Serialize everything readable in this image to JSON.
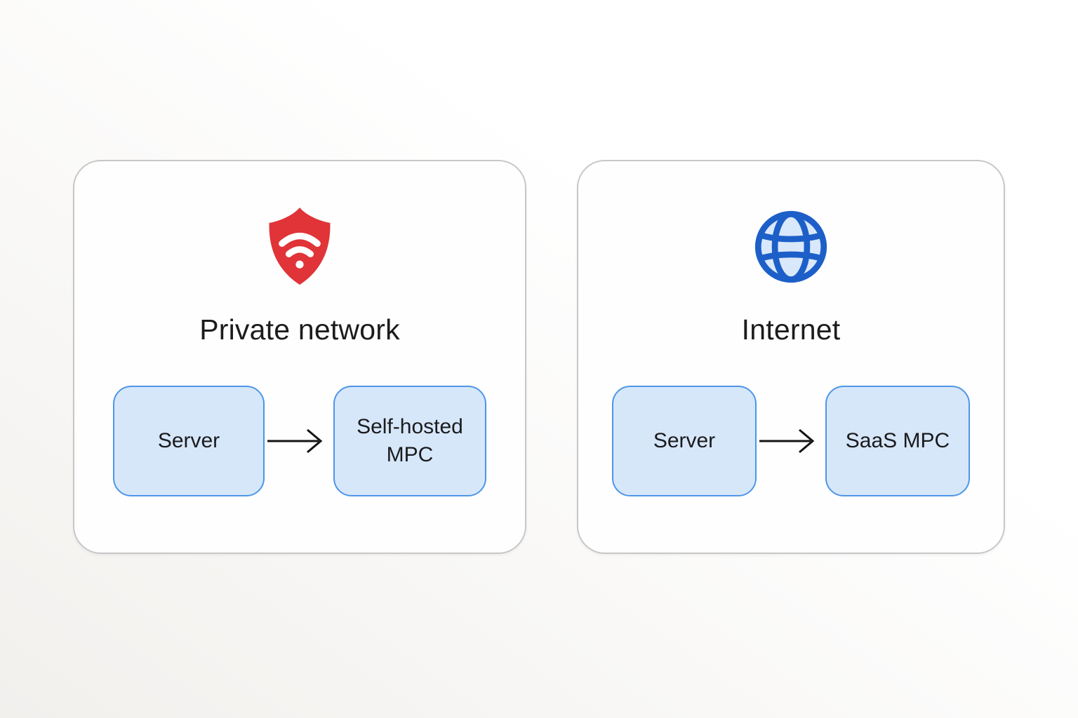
{
  "diagram": {
    "cards": [
      {
        "id": "private-network",
        "icon": "shield-wifi-icon",
        "title": "Private network",
        "nodes": [
          {
            "label": "Server"
          },
          {
            "label": "Self-hosted MPC"
          }
        ],
        "connector": "arrow-right"
      },
      {
        "id": "internet",
        "icon": "globe-icon",
        "title": "Internet",
        "nodes": [
          {
            "label": "Server"
          },
          {
            "label": "SaaS MPC"
          }
        ],
        "connector": "arrow-right"
      }
    ],
    "colors": {
      "shield_red": "#e03438",
      "globe_blue": "#1d5fc8",
      "globe_fill": "#d9e8fa",
      "node_fill": "#d7e7fa",
      "node_border": "#4d96e8",
      "card_border": "#c7c7c7",
      "card_background": "#fefefe",
      "arrow_black": "#141414",
      "text_dark": "#1c1c1e"
    }
  }
}
